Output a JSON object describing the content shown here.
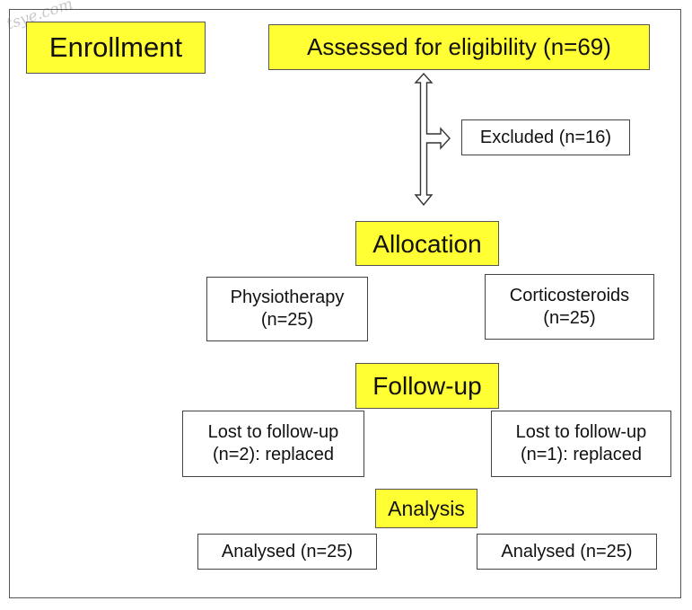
{
  "watermark": "tsye.com",
  "enrollment": {
    "label": "Enrollment"
  },
  "assessed": {
    "label": "Assessed for eligibility (n=69)"
  },
  "excluded": {
    "label": "Excluded (n=16)"
  },
  "allocation": {
    "label": "Allocation"
  },
  "physiotherapy": {
    "line1": "Physiotherapy",
    "line2": "(n=25)"
  },
  "corticosteroids": {
    "line1": "Corticosteroids",
    "line2": "(n=25)"
  },
  "followup": {
    "label": "Follow-up"
  },
  "lost_left": {
    "line1": "Lost to follow-up",
    "line2": "(n=2): replaced"
  },
  "lost_right": {
    "line1": "Lost to follow-up",
    "line2": "(n=1): replaced"
  },
  "analysis": {
    "label": "Analysis"
  },
  "analysed_left": {
    "label": "Analysed (n=25)"
  },
  "analysed_right": {
    "label": "Analysed (n=25)"
  },
  "colors": {
    "highlight": "#ffff33",
    "border": "#444444"
  }
}
